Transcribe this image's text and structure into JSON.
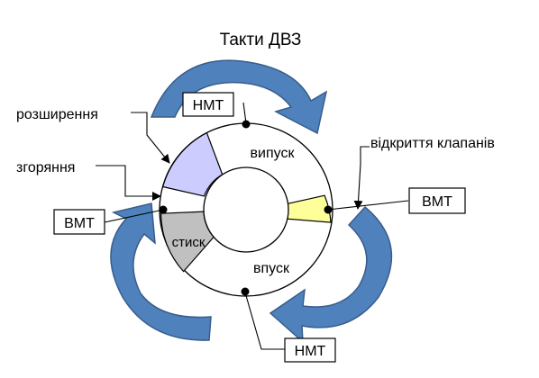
{
  "title": "Такти ДВЗ",
  "colors": {
    "arrow_fill": "#4f81bd",
    "arrow_stroke": "#385d8a",
    "expansion_fill": "#ccccff",
    "compression_fill": "#c0c0c0",
    "valves_fill": "#ffff99",
    "ring_stroke": "#000000"
  },
  "sectors": {
    "exhaust": "випуск",
    "intake": "впуск",
    "compression": "стиск"
  },
  "callouts": {
    "expansion": "розширення",
    "combustion": "згоряння",
    "valve_opening": "відкриття клапанів"
  },
  "markers": {
    "bdc_top": "НМТ",
    "tdc_right": "ВМТ",
    "tdc_left": "ВМТ",
    "bdc_bottom": "НМТ"
  }
}
